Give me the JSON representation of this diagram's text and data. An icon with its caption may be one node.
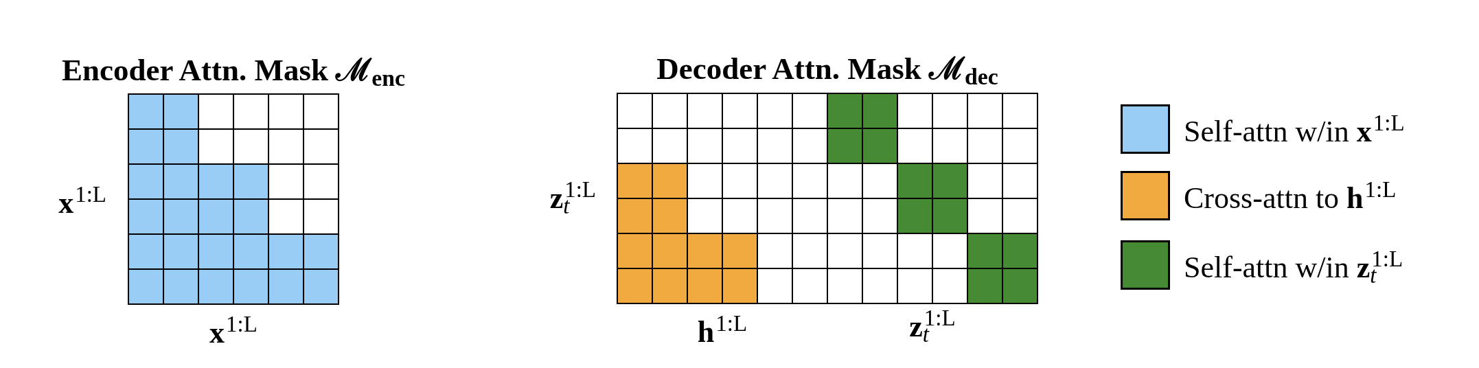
{
  "diagram": {
    "nodes": [
      {
        "text": [
          "Encoder Attn. Mask ℳ$_{enc}$"
        ],
        "beside": [
          "**x**$^{1:L}$",
          "**x**$^{1:L}$"
        ]
      },
      {
        "text": [
          "Decoder Attn. Mask ℳ$_{dec}$"
        ],
        "beside": [
          "**z**$_{t}$$^{1:L}$",
          "**h**$^{1:L}$",
          "**z**$_{t}$$^{1:L}$"
        ]
      }
    ],
    "legend": [
      {
        "text": "Self-attn w/in **x**$^{1:L}$",
        "color": "#9acdf6"
      },
      {
        "text": "Cross-attn to **h**$^{1:L}$",
        "color": "#f1aa3f"
      },
      {
        "text": "Self-attn w/in **z**$_{t}$$^{1:L}$",
        "color": "#468a33"
      }
    ]
  }
}
